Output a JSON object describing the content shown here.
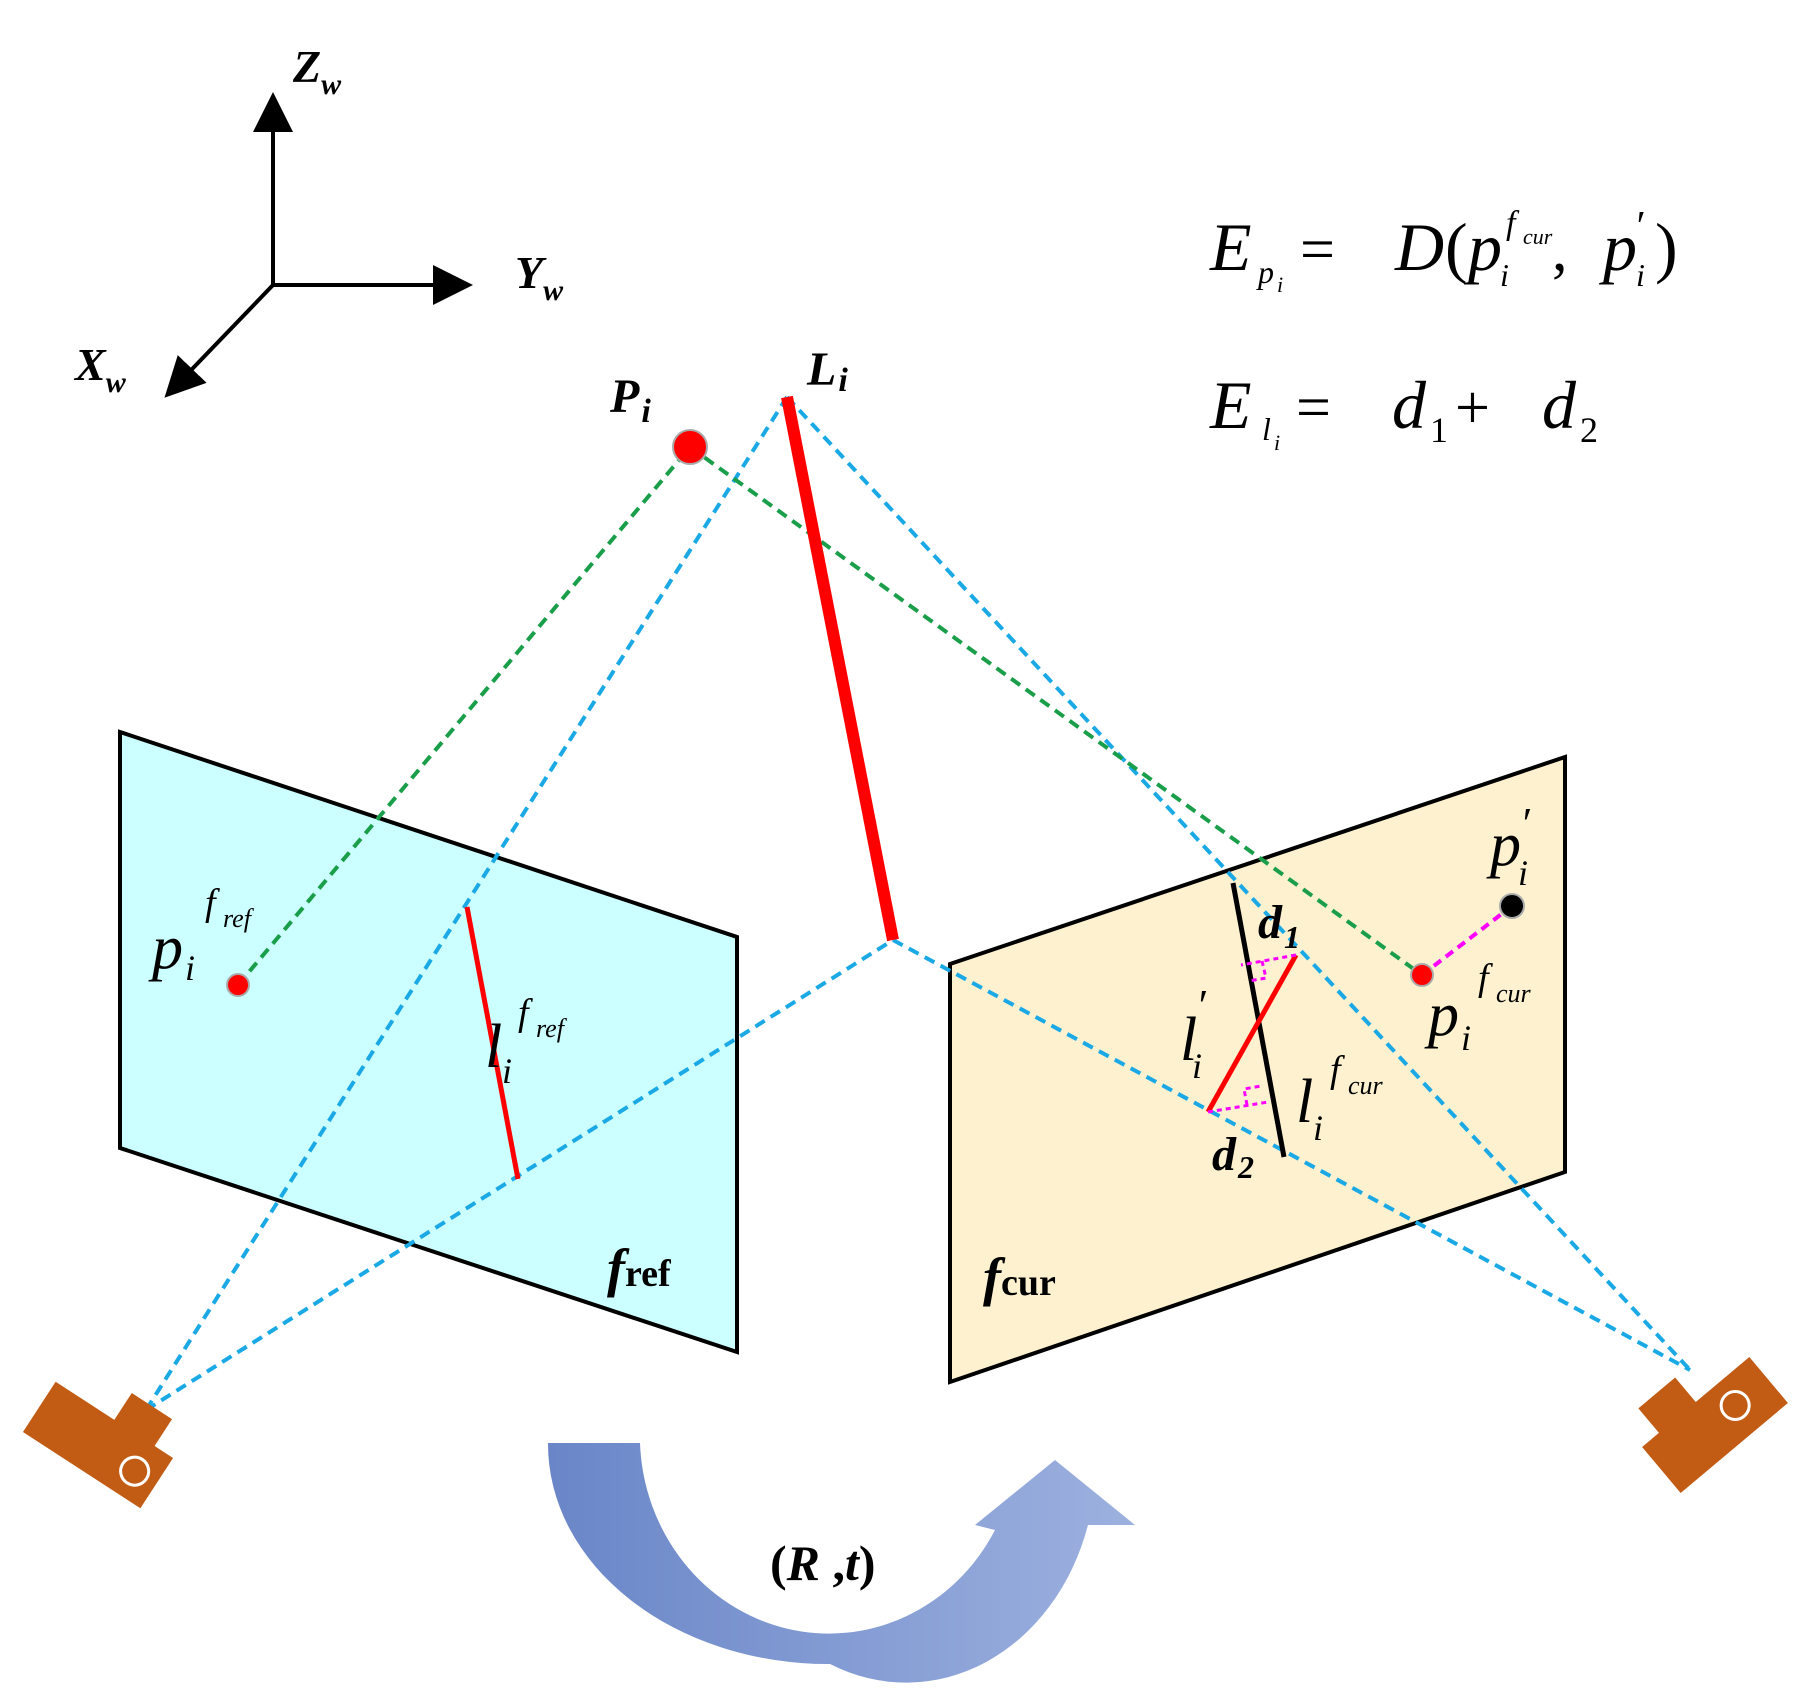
{
  "axes": {
    "z": {
      "base": "Z",
      "sub": "w"
    },
    "y": {
      "base": "Y",
      "sub": "w"
    },
    "x": {
      "base": "X",
      "sub": "w"
    }
  },
  "world": {
    "point": {
      "base": "P",
      "sub": "i"
    },
    "line": {
      "base": "L",
      "sub": "i"
    }
  },
  "frames": {
    "ref": {
      "base": "f",
      "sub": "ref",
      "fill": "#ccffff"
    },
    "cur": {
      "base": "f",
      "sub": "cur",
      "fill": "#fdf1cf"
    }
  },
  "ref_labels": {
    "point": {
      "base": "p",
      "sub": "i",
      "sup": "f",
      "supsub": "ref"
    },
    "line": {
      "base": "l",
      "sub": "i",
      "sup": "f",
      "supsub": "ref"
    }
  },
  "cur_labels": {
    "point_proj": {
      "base": "p",
      "sub": "i",
      "sup": "f",
      "supsub": "cur"
    },
    "point_obs": {
      "base": "p",
      "prime": "′",
      "sub": "i"
    },
    "line_obs": {
      "base": "l",
      "prime": "′",
      "sub": "i"
    },
    "line_proj": {
      "base": "l",
      "sub": "i",
      "sup": "f",
      "supsub": "cur"
    },
    "d1": {
      "base": "d",
      "sub": "1"
    },
    "d2": {
      "base": "d",
      "sub": "2"
    }
  },
  "equations": {
    "ep": {
      "lhs": "E",
      "lhs_sub": "p",
      "lhs_subsub": "i",
      "eq": " = ",
      "func": "D",
      "open": "(",
      "p": "p",
      "p_sub": "i",
      "p_sup": "f",
      "p_supsub": "cur",
      "comma": " , ",
      "pp": "p",
      "pp_prime": "′",
      "pp_sub": "i",
      "close": ")"
    },
    "el": {
      "lhs": "E",
      "lhs_sub": "l",
      "lhs_subsub": "i",
      "eq": " = ",
      "d1": "d",
      "d1_sub": "1",
      "plus": " + ",
      "d2": "d",
      "d2_sub": "2"
    }
  },
  "motion": {
    "open": "(",
    "r": "R",
    "comma": " ,",
    "t": "t",
    "close": ")"
  },
  "colors": {
    "red": "#ff0000",
    "blue_dash": "#1ba9e6",
    "green_dash": "#1a9e4a",
    "magenta": "#ff00ff",
    "camera": "#c25c14",
    "arrow_dark": "#6a86c8",
    "arrow_light": "#9db1df"
  }
}
